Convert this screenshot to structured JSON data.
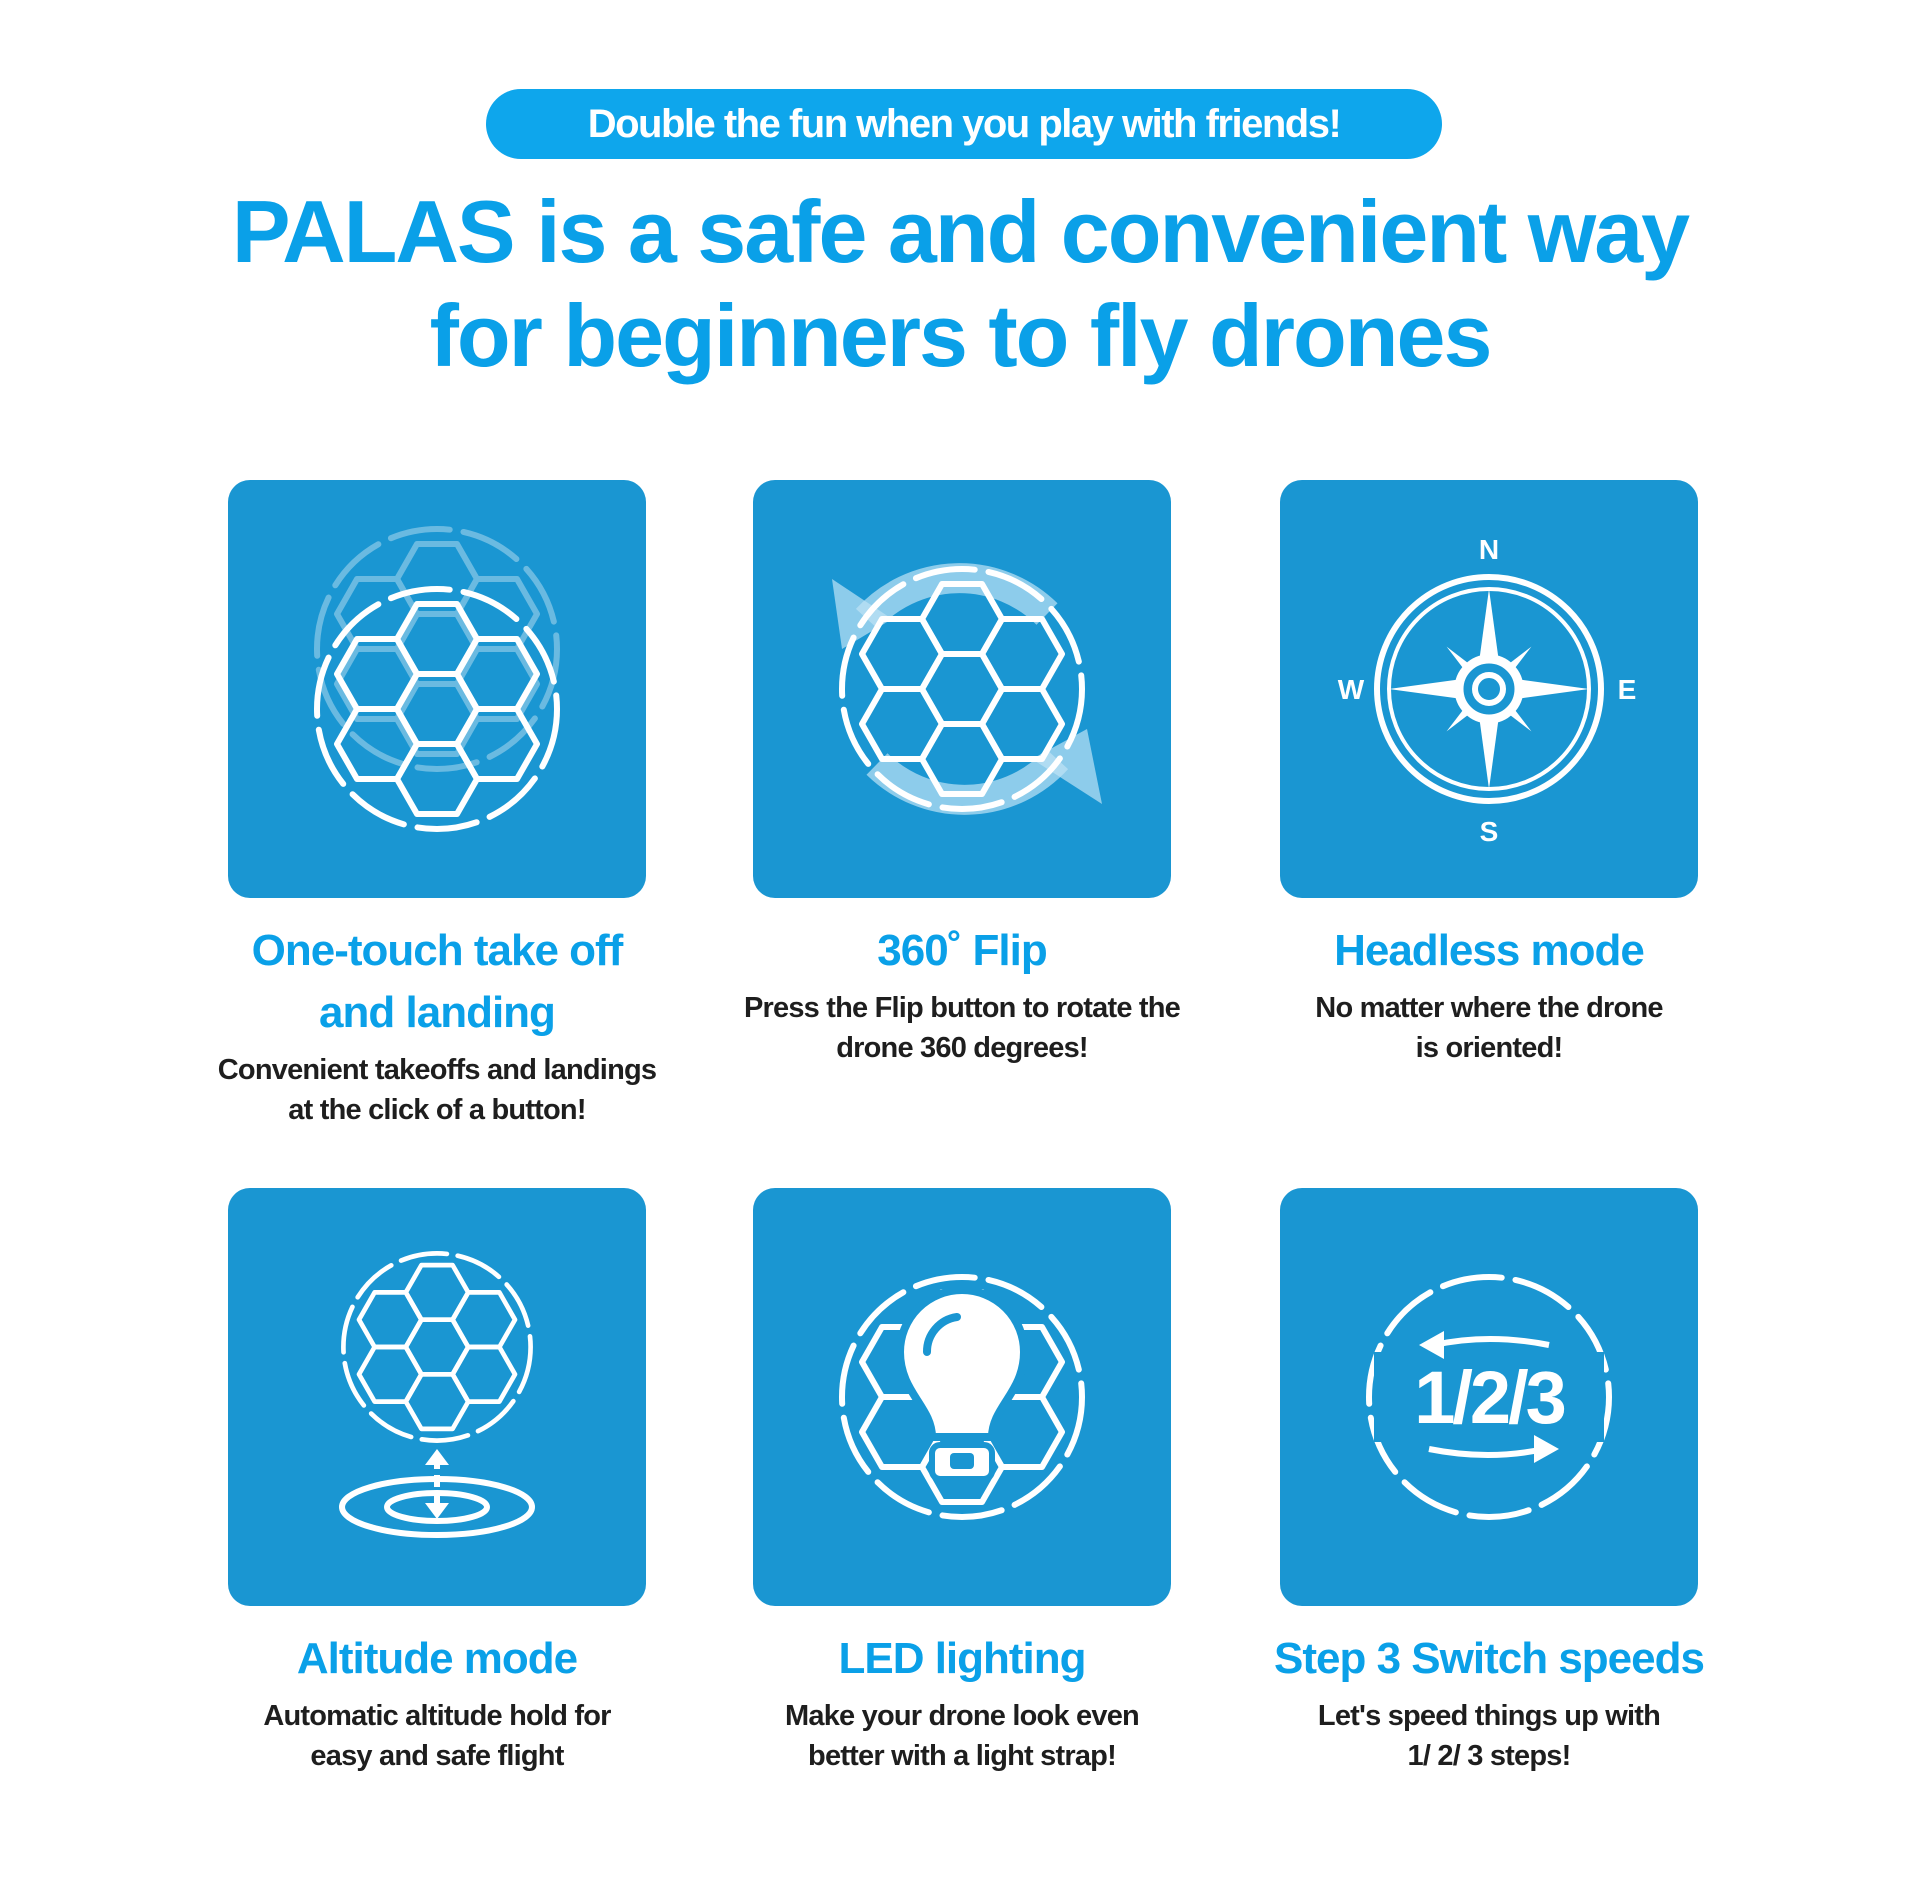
{
  "banner": "Double the fun when you play with friends!",
  "headline": [
    "PALAS is a safe and convenient way",
    "for beginners to fly drones"
  ],
  "colors": {
    "accent": "#0aa0e8",
    "tile": "#1a96d2",
    "text": "#1e1e1e"
  },
  "features": [
    {
      "icon": "takeoff-landing-ball-icon",
      "title": [
        "One-touch take off",
        "and landing"
      ],
      "desc": [
        "Convenient takeoffs and landings",
        "at the click of a button!"
      ]
    },
    {
      "icon": "flip-rotate-icon",
      "title": [
        "360˚ Flip"
      ],
      "desc": [
        "Press the Flip button to rotate the",
        "drone 360 degrees!"
      ]
    },
    {
      "icon": "compass-icon",
      "title": [
        "Headless mode"
      ],
      "desc": [
        "No matter where the drone",
        "is oriented!"
      ],
      "compass": {
        "n": "N",
        "s": "S",
        "e": "E",
        "w": "W"
      }
    },
    {
      "icon": "altitude-hold-icon",
      "title": [
        "Altitude mode"
      ],
      "desc": [
        "Automatic altitude hold for",
        "easy and safe flight"
      ]
    },
    {
      "icon": "light-bulb-icon",
      "title": [
        "LED lighting"
      ],
      "desc": [
        "Make your drone look even",
        "better with a light strap!"
      ]
    },
    {
      "icon": "speed-steps-icon",
      "title": [
        "Step 3 Switch speeds"
      ],
      "desc": [
        "Let's speed things up with",
        "1/ 2/ 3 steps!"
      ],
      "icon_text": "1/2/3"
    }
  ]
}
